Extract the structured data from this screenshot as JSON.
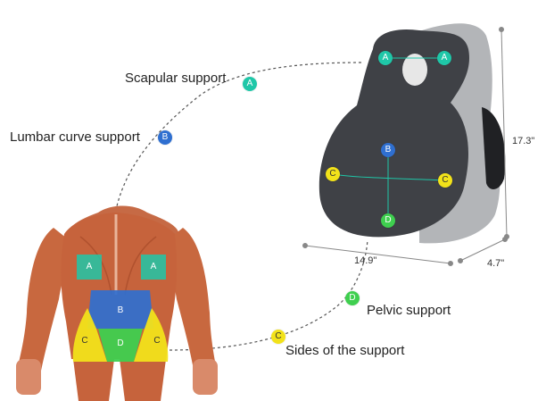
{
  "labels": {
    "scapular": "Scapular support",
    "lumbar": "Lumbar curve support",
    "pelvic": "Pelvic support",
    "sides": "Sides of the support"
  },
  "dimensions": {
    "height": "17.3\"",
    "width": "14.9\"",
    "depth": "4.7\""
  },
  "badges": {
    "a": "A",
    "b": "B",
    "c": "C",
    "d": "D"
  },
  "colors": {
    "a": "#1fc7a8",
    "b": "#2f6fd0",
    "c": "#f2e21a",
    "d": "#3fcf4f",
    "cushion": "#3d3f44",
    "cushion_side": "#a9abae",
    "muscle": "#c7643f"
  }
}
